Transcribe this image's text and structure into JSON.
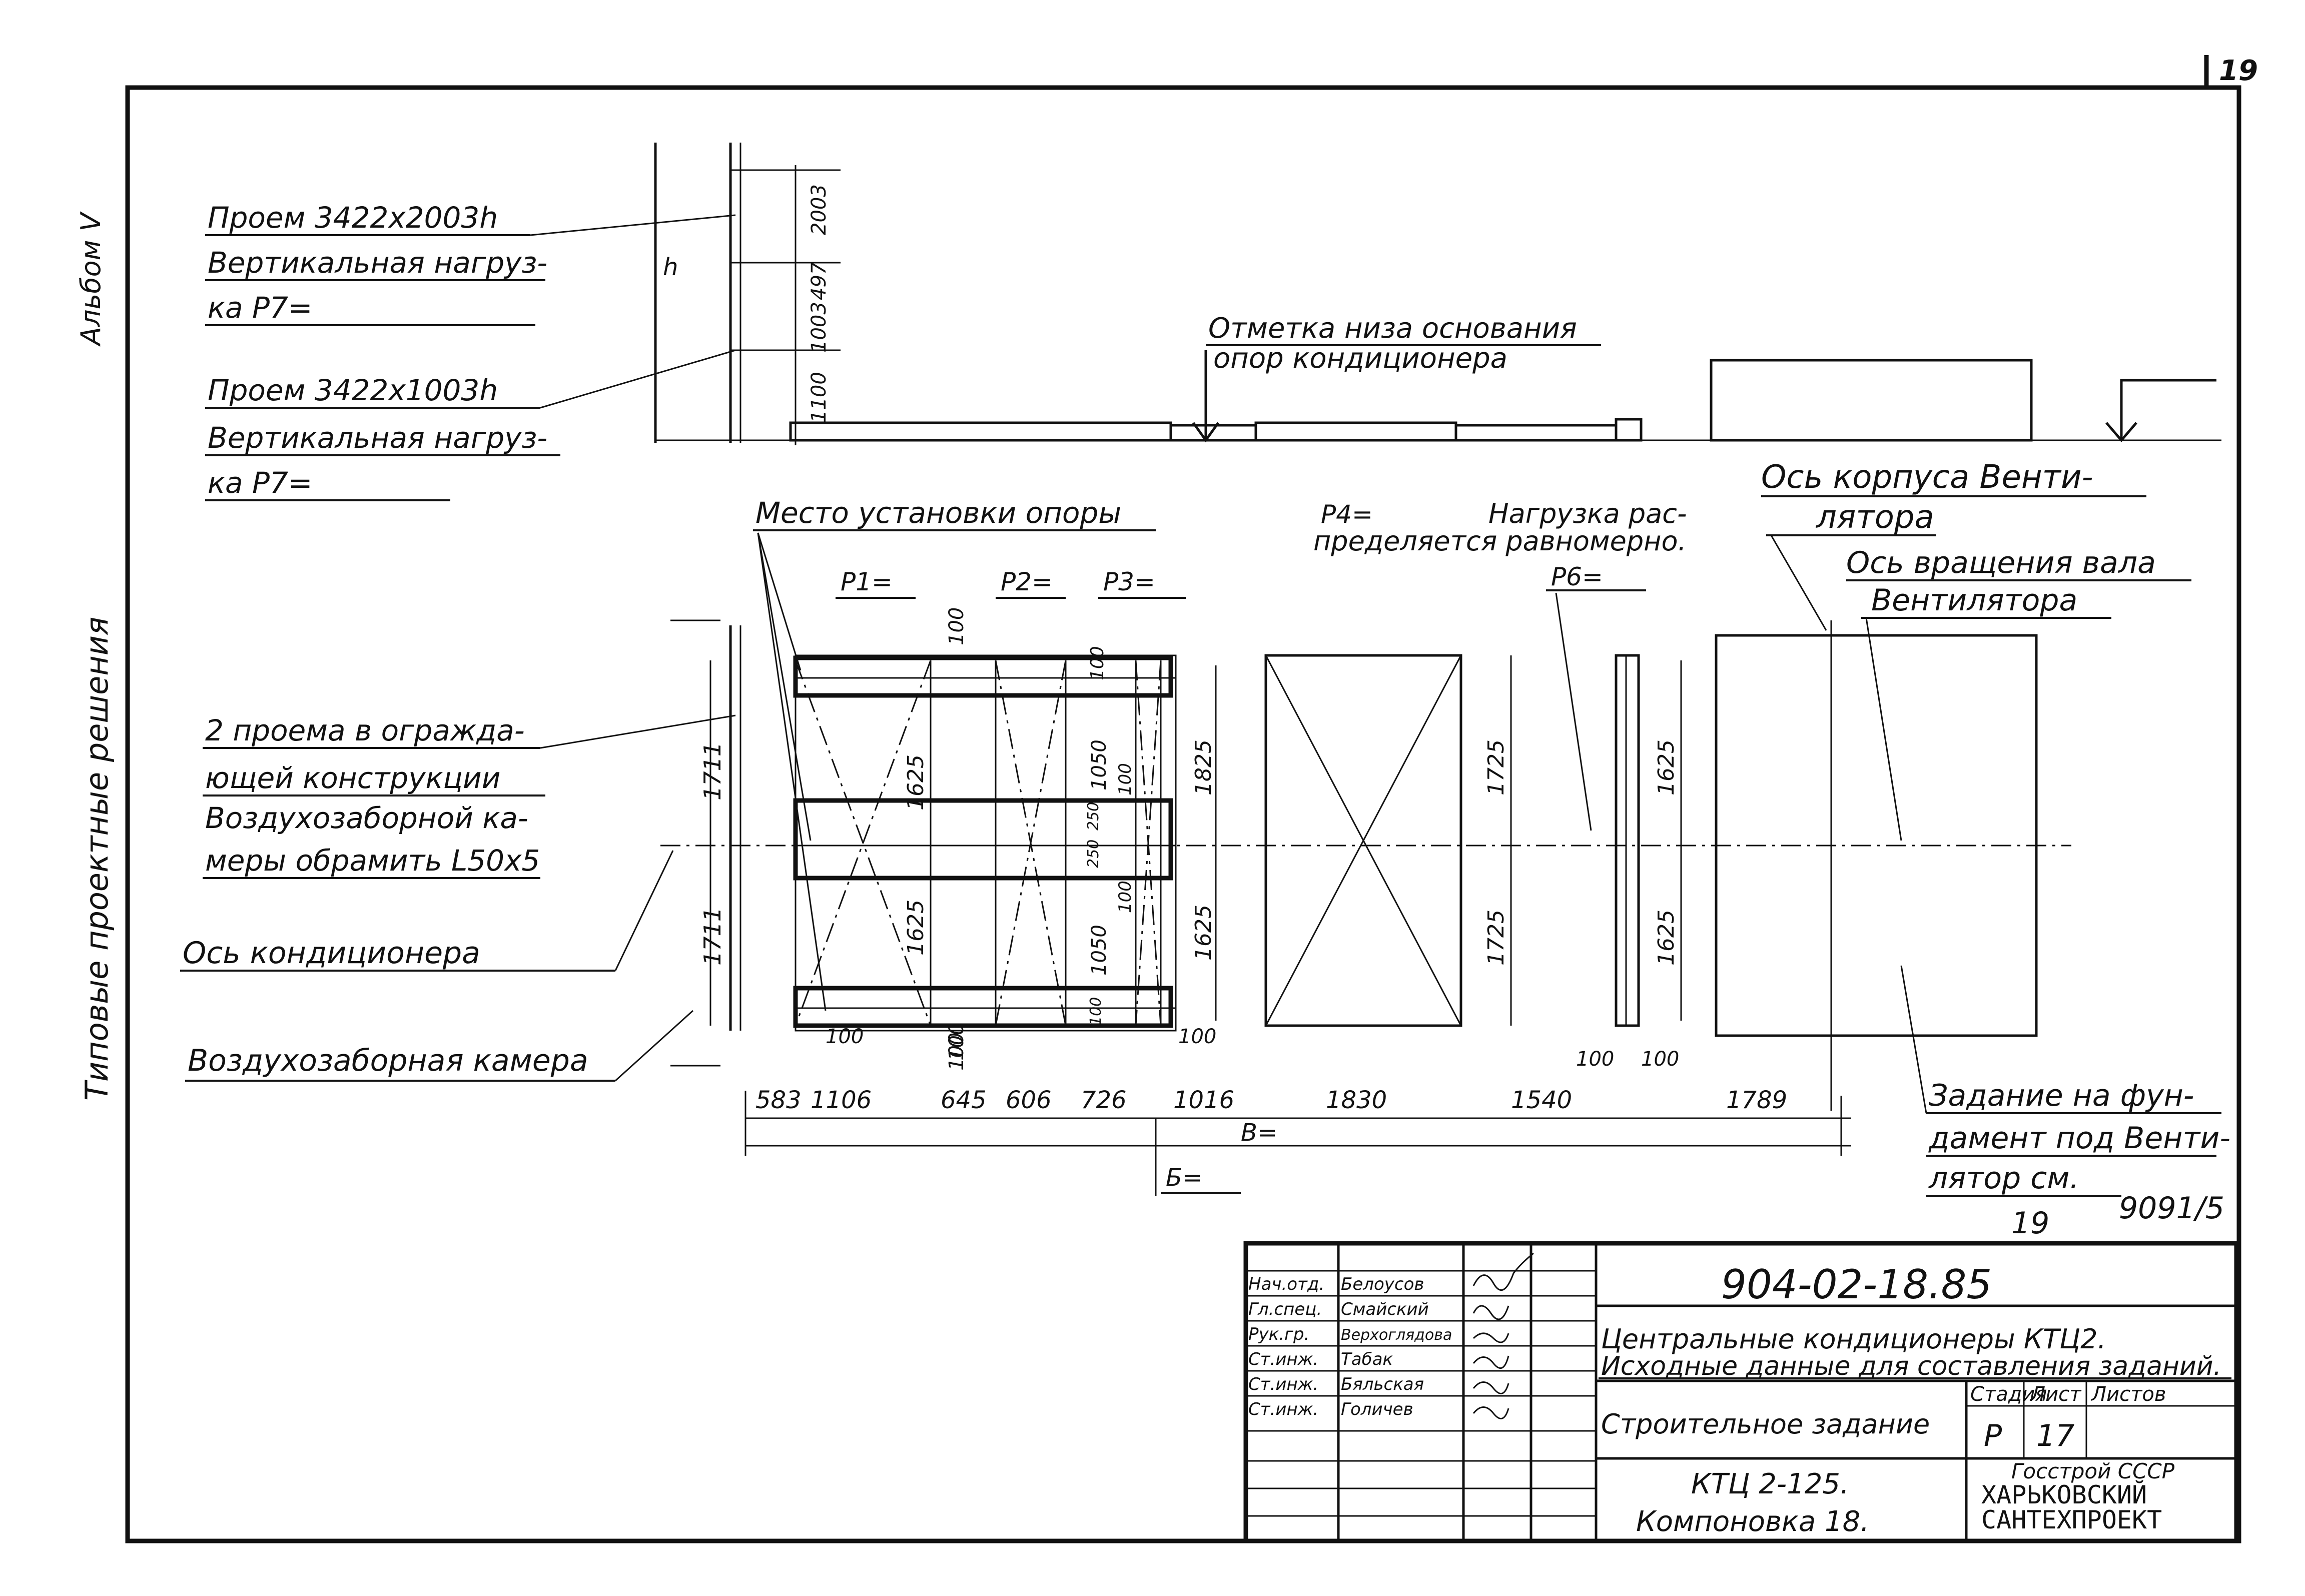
{
  "sheet": {
    "page_number": "19",
    "side_top": "Альбом V",
    "side_bottom": "Типовые проектные решения"
  },
  "callouts": {
    "opening1_title": "Проем 3422х2003h",
    "opening1_l2": "Вертикальная нагруз-",
    "opening1_l3": "ка P7=",
    "opening2_title": "Проем 3422х1003h",
    "opening2_l2": "Вертикальная нагруз-",
    "opening2_l3": "ка P7=",
    "base_mark_l1": "Отметка низа основания",
    "base_mark_l2": "опор кондиционера",
    "support_place": "Место установки опоры",
    "p4_label": "P4=",
    "uniform_l1": "Нагрузка рас-",
    "uniform_l2": "пределяется равномерно.",
    "p6_label": "P6=",
    "fan_body_l1": "Ось корпуса Венти-",
    "fan_body_l2": "лятора",
    "fan_shaft_l1": "Ось вращения вала",
    "fan_shaft_l2": "Вентилятора",
    "p1_label": "P1=",
    "p2_label": "P2=",
    "p3_label": "P3=",
    "openings_l1": "2 проема в огражда-",
    "openings_l2": "ющей конструкции",
    "openings_l3": "Воздухозаборной ка-",
    "openings_l4": "меры обрамить L50х5",
    "conditioner_axis": "Ось кондиционера",
    "intake_chamber": "Воздухозаборная камера",
    "foundation_l1": "Задание на фун-",
    "foundation_l2": "дамент под Венти-",
    "foundation_l3": "лятор см.",
    "ref_sheet": "19",
    "ref_doc": "9091/5",
    "b_label": "Б=",
    "v_label": "В="
  },
  "dims": {
    "elev_2003": "2003",
    "elev_497": "497",
    "elev_1003": "1003",
    "elev_1100": "1100",
    "elev_h": "h",
    "plan_1711_top": "1711",
    "plan_1711_bot": "1711",
    "d100_a": "100",
    "d100_b": "100",
    "d1625_a": "1625",
    "d1625_b": "1625",
    "d1050_a": "1050",
    "d1050_b": "1050",
    "d100_c": "100",
    "d250_a": "250",
    "d250_b": "250",
    "d100_d": "100",
    "d100_e": "100",
    "d1825_a": "1825",
    "d1625_c": "1625",
    "d1725_a": "1725",
    "d1725_b": "1725",
    "d1625_d": "1625",
    "d1625_e": "1625",
    "d100_f": "100",
    "d100_g": "100",
    "d100_h": "100",
    "d100_i": "100",
    "d100_j": "100",
    "d100_k": "100",
    "run": [
      "583",
      "1106",
      "645",
      "606",
      "726",
      "1016",
      "1830",
      "1540",
      "1789"
    ]
  },
  "title_block": {
    "doc_code": "904-02-18.85",
    "desc_l1": "Центральные кондиционеры КТЦ2.",
    "desc_l2": "Исходные данные для составления заданий.",
    "section": "Строительное задание",
    "stage_h": "Стадия",
    "sheet_h": "Лист",
    "sheets_h": "Листов",
    "stage_v": "Р",
    "sheet_v": "17",
    "model_l1": "КТЦ 2-125.",
    "model_l2": "Компоновка 18.",
    "org_l1": "Госстрой СССР",
    "org_l2": "ХАРЬКОВСКИЙ",
    "org_l3": "САНТЕХПРОЕКТ",
    "staff": [
      {
        "role": "Нач.отд.",
        "name": "Белоусов"
      },
      {
        "role": "Гл.спец.",
        "name": "Смайский"
      },
      {
        "role": "Рук.гр.",
        "name": "Верхоглядова"
      },
      {
        "role": "Ст.инж.",
        "name": "Табак"
      },
      {
        "role": "Ст.инж.",
        "name": "Бяльская"
      },
      {
        "role": "Ст.инж.",
        "name": "Голичев"
      }
    ]
  }
}
